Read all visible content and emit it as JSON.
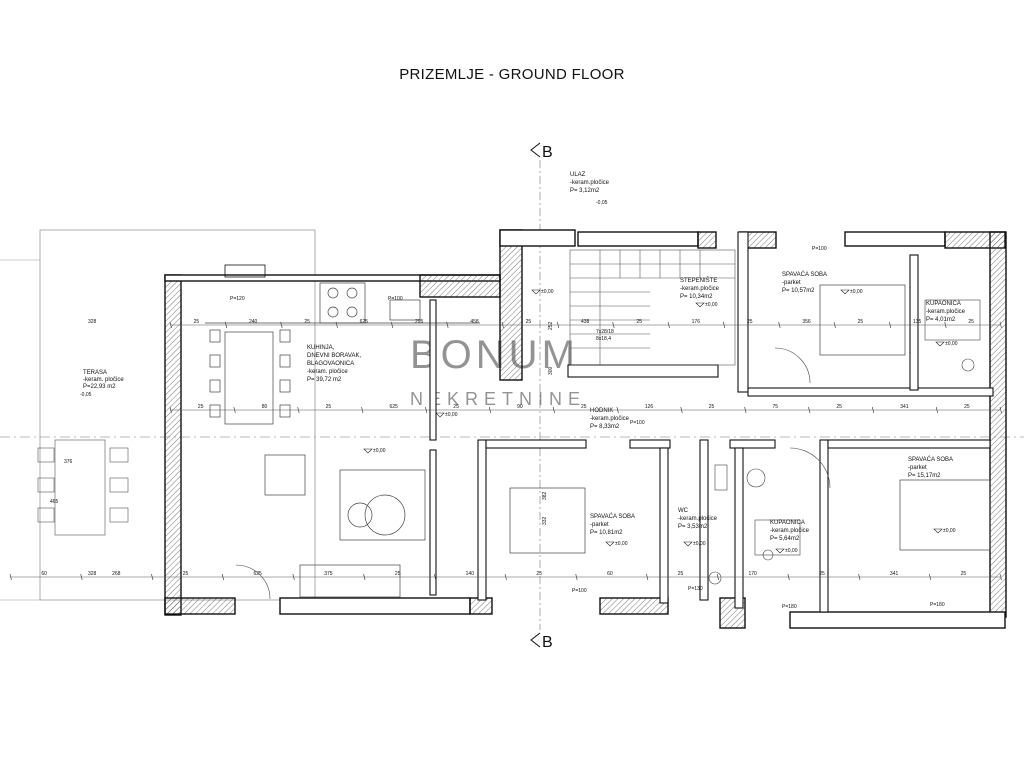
{
  "title": "PRIZEMLJE - GROUND FLOOR",
  "section_marker": "B",
  "watermark": {
    "main": "BONUM",
    "sub": "NEKRETNINE"
  },
  "rooms": {
    "terasa": {
      "name": "TERASA",
      "material": "-keram. pločice",
      "area": "P=22,93 m2",
      "level": "-0,05"
    },
    "kuhinja": {
      "name1": "KUHINJA,",
      "name2": "DNEVNI BORAVAK,",
      "name3": "BLAGOVAONICA",
      "material": "-keram. pločice",
      "area": "P= 39,72 m2"
    },
    "ulaz": {
      "name": "ULAZ",
      "material": "-keram.pločice",
      "area": "P= 3,12m2",
      "level": "-0,05"
    },
    "stepeniste": {
      "name": "STEPENIŠTE",
      "material": "-keram.pločice",
      "area": "P= 10,34m2"
    },
    "spavaca1": {
      "name": "SPAVAĆA SOBA",
      "material": "-parket",
      "area": "P= 10,57m2"
    },
    "kupaonica1": {
      "name": "KUPAONICA",
      "material": "-keram.pločice",
      "area": "P= 4,01m2"
    },
    "hodnik": {
      "name": "HODNIK",
      "material": "-keram.pločice",
      "area": "P= 8,33m2"
    },
    "spavaca2": {
      "name": "SPAVAĆA SOBA",
      "material": "-parket",
      "area": "P= 10,81m2"
    },
    "wc": {
      "name": "WC",
      "material": "-keram.pločice",
      "area": "P= 3,53m2"
    },
    "kupaonica2": {
      "name": "KUPAONICA",
      "material": "-keram.pločice",
      "area": "P= 5,64m2"
    },
    "spavaca3": {
      "name": "SPAVAĆA SOBA",
      "material": "-parket",
      "area": "P= 15,17m2"
    }
  },
  "levels": [
    "±0,00",
    "±0,00",
    "±0,00",
    "±0,00",
    "±0,00",
    "±0,00",
    "±0,00",
    "±0,00",
    "±0,00",
    "±0,00"
  ],
  "dims_top": [
    "25",
    "240",
    "25",
    "625",
    "295",
    "458",
    "25",
    "438",
    "25",
    "176",
    "25",
    "356",
    "25",
    "135",
    "25"
  ],
  "dims_mid": [
    "25",
    "80",
    "25",
    "625",
    "25",
    "90",
    "25",
    "126",
    "25",
    "75",
    "25",
    "341",
    "25"
  ],
  "dims_bottom": [
    "60",
    "268",
    "25",
    "625",
    "375",
    "25",
    "140",
    "25",
    "60",
    "25",
    "170",
    "25",
    "341",
    "25"
  ],
  "dims_left": [
    "328",
    "328",
    "465",
    "376"
  ],
  "dims_vertical": [
    "252",
    "300",
    "382",
    "332"
  ],
  "stair": {
    "label": "7x28/18",
    "sub": "8x18,4"
  },
  "openings": [
    "P=100",
    "P=120",
    "P=100",
    "P=100",
    "P=180",
    "P=180",
    "P=130",
    "P=100"
  ]
}
